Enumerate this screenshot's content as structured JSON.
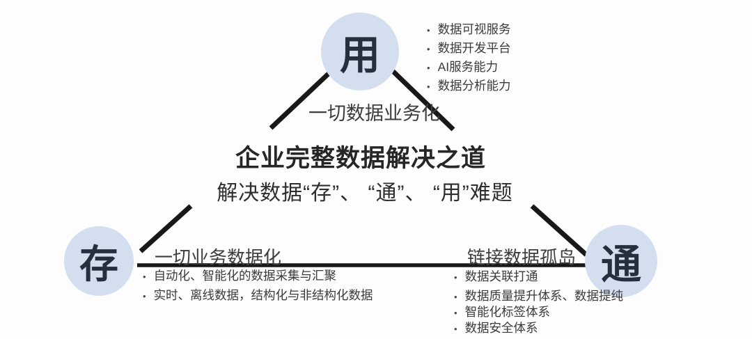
{
  "title": "企业完整数据解决之道",
  "subtitle": "解决数据“存”、 “通”、 “用”难题",
  "bullet_glyph": "•",
  "colors": {
    "background": "#fdfdfd",
    "circle_fill": "#d3deee",
    "circle_text": "#25303f",
    "line": "#181818",
    "title_text": "#262626",
    "body_text": "#3b3b3b"
  },
  "nodes": {
    "use": {
      "label": "用",
      "edge_label": "一切数据业务化",
      "bullets": [
        "数据可视服务",
        "数据开发平台",
        "AI服务能力",
        "数据分析能力"
      ]
    },
    "store": {
      "label": "存",
      "edge_label": "一切业务数据化",
      "bullets": [
        "自动化、智能化的数据采集与汇聚",
        "实时、离线数据，结构化与非结构化数据"
      ]
    },
    "connect": {
      "label": "通",
      "edge_label": "链接数据孤岛",
      "bullets": [
        "数据关联打通",
        "数据质量提升体系、数据提纯",
        "智能化标签体系",
        "数据安全体系"
      ]
    }
  }
}
